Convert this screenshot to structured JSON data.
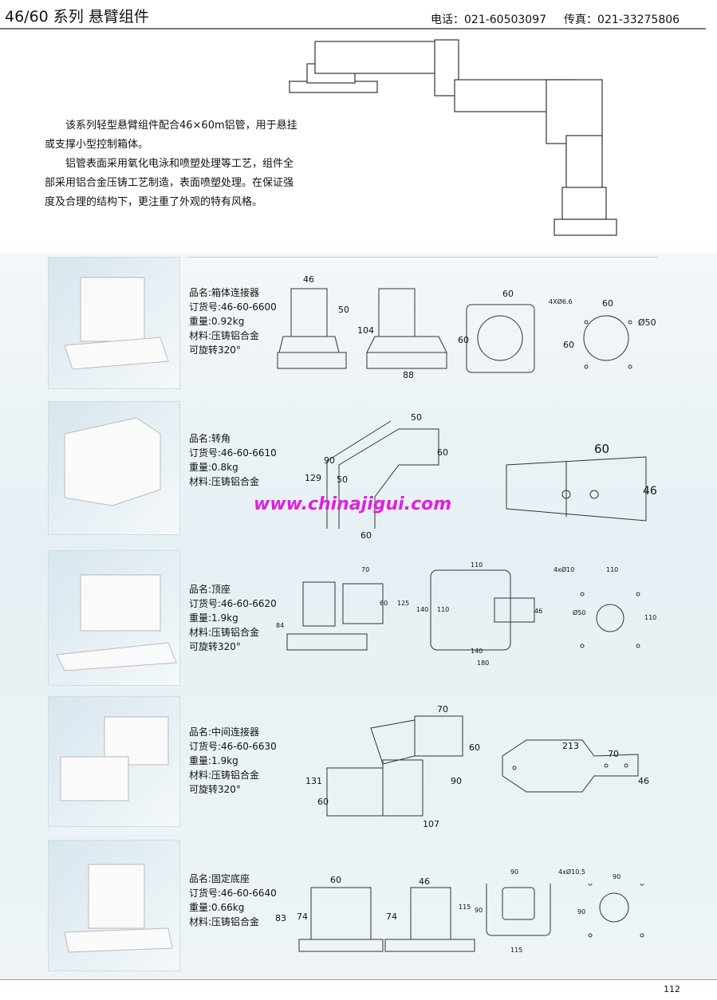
{
  "header": {
    "title": "46/60 系列 悬臂组件",
    "phone": "电话：021-60503097",
    "fax": "传真：021-33275806"
  },
  "intro": [
    "该系列轻型悬臂组件配合46×60m铝管，用于悬挂或支撑小型控制箱体。",
    "铝管表面采用氧化电泳和喷塑处理等工艺，组件全部采用铝合金压铸工艺制造，表面喷塑处理。在保证强度及合理的结构下，更注重了外观的特有风格。"
  ],
  "products": [
    {
      "name": "品名:箱体连接器",
      "order": "订货号:46-60-6600",
      "weight": "重量:0.92kg",
      "material": "材料:压铸铝合金",
      "rotate": "可旋转320°",
      "dims": [
        "46",
        "50",
        "104",
        "88",
        "60",
        "60",
        "4XØ6.6",
        "60",
        "60",
        "Ø50"
      ]
    },
    {
      "name": "品名:转角",
      "order": "订货号:46-60-6610",
      "weight": "重量:0.8kg",
      "material": "材料:压铸铝合金",
      "dims": [
        "50",
        "60",
        "129",
        "90",
        "50",
        "60",
        "60",
        "46"
      ]
    },
    {
      "name": "品名:顶座",
      "order": "订货号:46-60-6620",
      "weight": "重量:1.9kg",
      "material": "材料:压铸铝合金",
      "rotate": "可旋转320°",
      "dims": [
        "70",
        "125",
        "60",
        "84",
        "46",
        "110",
        "140",
        "110",
        "140",
        "180",
        "4xØ10",
        "110",
        "Ø50",
        "110"
      ]
    },
    {
      "name": "品名:中间连接器",
      "order": "订货号:46-60-6630",
      "weight": "重量:1.9kg",
      "material": "材料:压铸铝合金",
      "rotate": "可旋转320°",
      "dims": [
        "70",
        "60",
        "131",
        "90",
        "60",
        "107",
        "213",
        "70",
        "46"
      ]
    },
    {
      "name": "品名:固定底座",
      "order": "订货号:46-60-6640",
      "weight": "重量:0.66kg",
      "material": "材料:压铸铝合金",
      "dims": [
        "60",
        "83",
        "74",
        "46",
        "74",
        "90",
        "115",
        "90",
        "115",
        "4xØ10.5",
        "90",
        "90"
      ]
    }
  ],
  "watermark": "www.chinajigui.com",
  "page_number": "112"
}
